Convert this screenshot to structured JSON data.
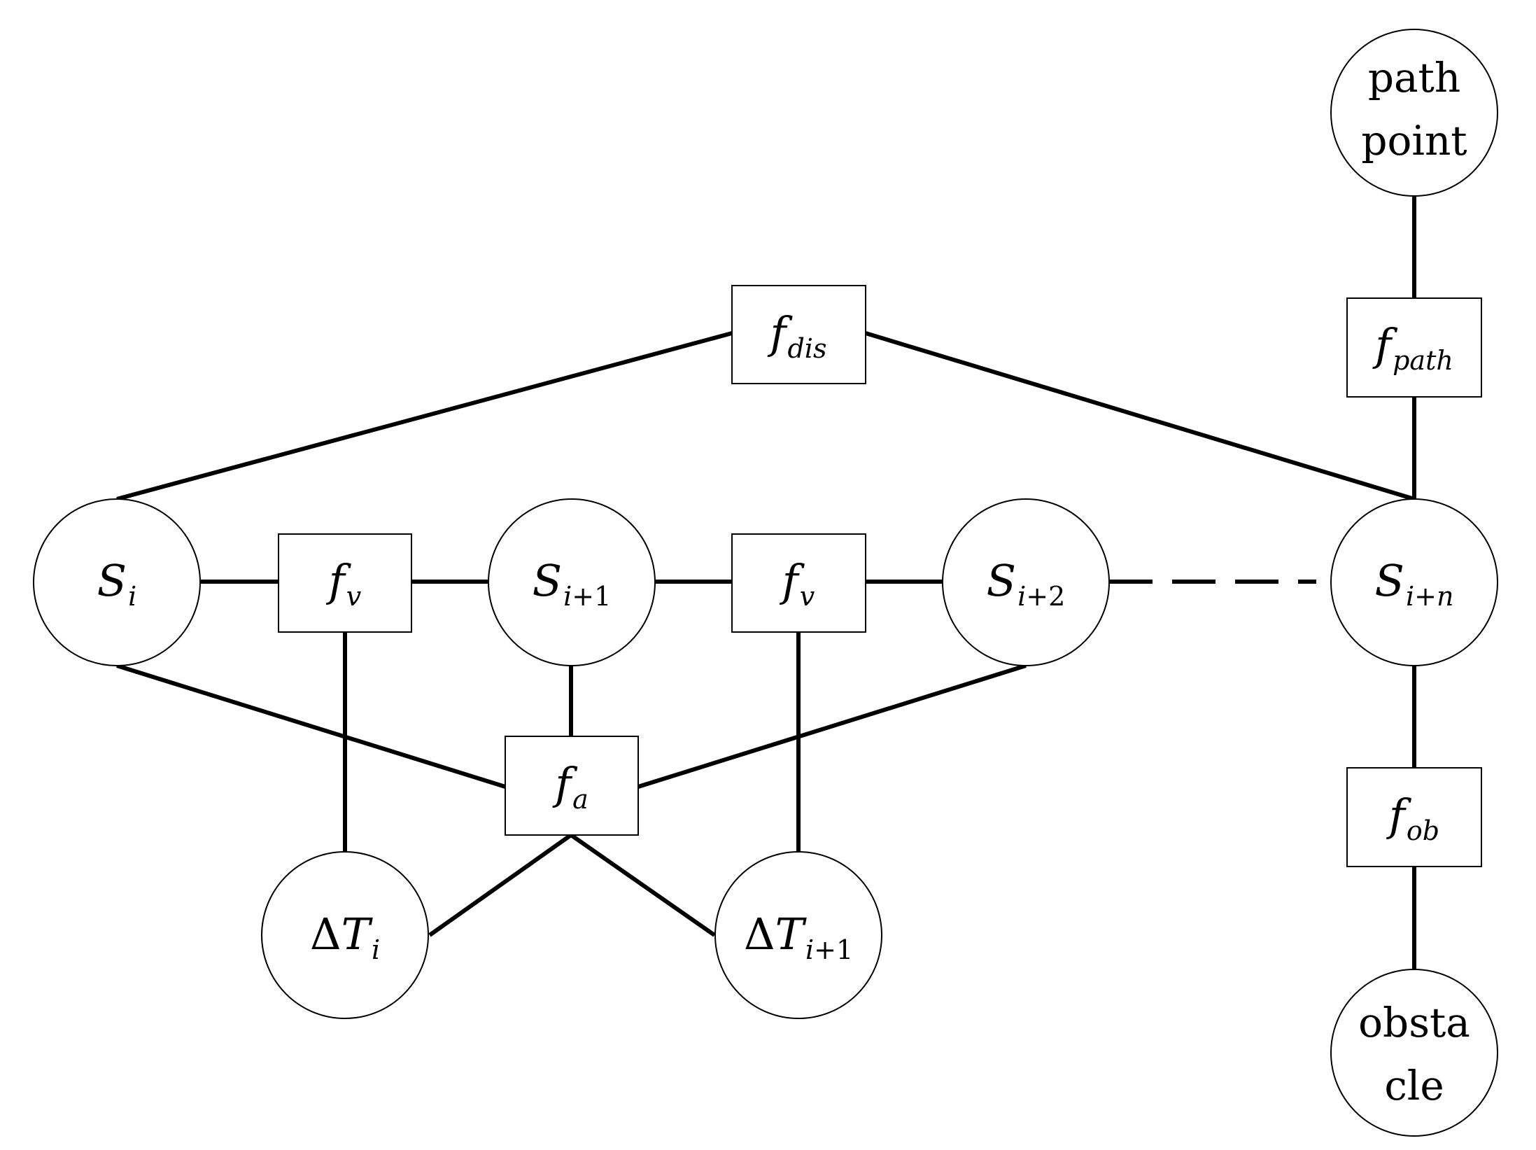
{
  "diagram": {
    "variables": {
      "s_i": {
        "main": "S",
        "sub": "i"
      },
      "s_i1": {
        "main": "S",
        "sub": "i",
        "sub_extra": "+1"
      },
      "s_i2": {
        "main": "S",
        "sub": "i",
        "sub_extra": "+2"
      },
      "s_in": {
        "main": "S",
        "sub": "i",
        "sub_plus": "+",
        "sub_n": "n"
      },
      "dt_i": {
        "delta": "Δ",
        "main": "T",
        "sub": "i"
      },
      "dt_i1": {
        "delta": "Δ",
        "main": "T",
        "sub": "i",
        "sub_extra": "+1"
      },
      "path_point": {
        "line1": "path",
        "line2": "point"
      },
      "obstacle": {
        "line1": "obsta",
        "line2": "cle"
      }
    },
    "factors": {
      "f_dis": {
        "main": "f",
        "sub": "dis"
      },
      "f_v_1": {
        "main": "f",
        "sub": "v"
      },
      "f_v_2": {
        "main": "f",
        "sub": "v"
      },
      "f_a": {
        "main": "f",
        "sub": "a"
      },
      "f_path": {
        "main": "f",
        "sub": "path"
      },
      "f_ob": {
        "main": "f",
        "sub": "ob"
      }
    },
    "colors": {
      "stroke": "#000000",
      "fill": "#ffffff"
    }
  }
}
